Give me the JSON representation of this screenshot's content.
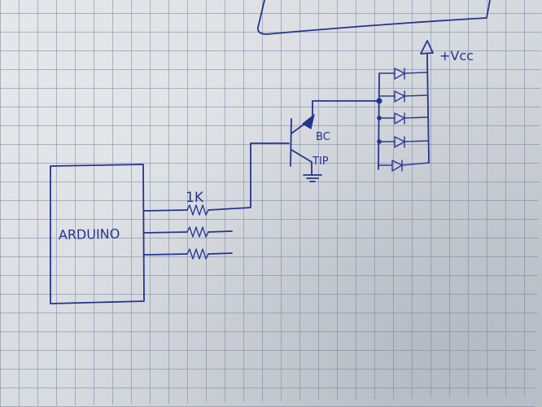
{
  "labels": {
    "arduino": "ARDUINO",
    "resistor_value": "1K",
    "transistor_model": "BC",
    "transistor_model_2": "TIP",
    "supply": "+Vcc"
  },
  "colors": {
    "ink": "#24358f",
    "paper": "#d9dce0",
    "grid": "#7884a0"
  },
  "icons": {
    "resistor": "resistor-symbol",
    "transistor": "npn-transistor-symbol",
    "led": "diode-symbol",
    "ground": "ground-symbol",
    "supply": "supply-arrow-symbol"
  }
}
